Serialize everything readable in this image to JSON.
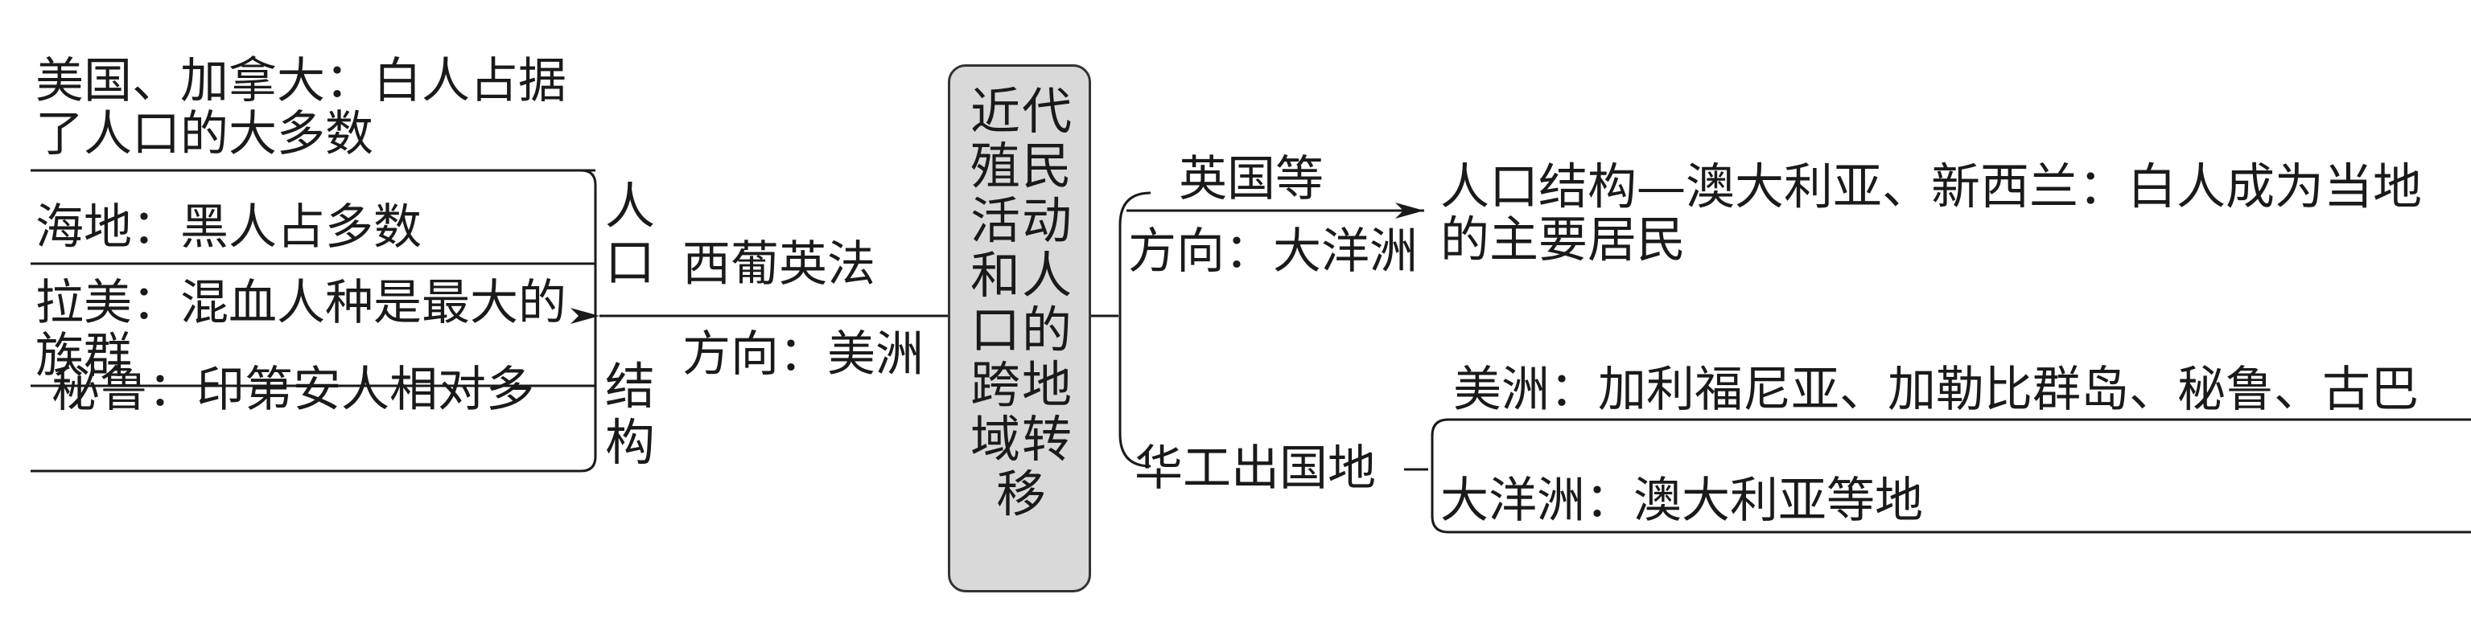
{
  "diagram": {
    "center": "近代殖民活动和人口的跨地域转移",
    "left_branch": {
      "arrow_top": "西葡英法",
      "arrow_bottom": "方向：美洲",
      "side_label_top": "人口",
      "side_label_bottom": "结构",
      "items": [
        "美国、加拿大：白人占据了人口的大多数",
        "海地：黑人占多数",
        "拉美：混血人种是最大的族群",
        "秘鲁：印第安人相对多"
      ]
    },
    "right_upper": {
      "arrow_top": "英国等",
      "arrow_bottom": "方向：大洋洲",
      "result": "人口结构—澳大利亚、新西兰：白人成为当地的主要居民"
    },
    "right_lower": {
      "label": "华工出国地",
      "items": [
        "美洲：加利福尼亚、加勒比群岛、秘鲁、古巴",
        "大洋洲：澳大利亚等地"
      ]
    }
  }
}
